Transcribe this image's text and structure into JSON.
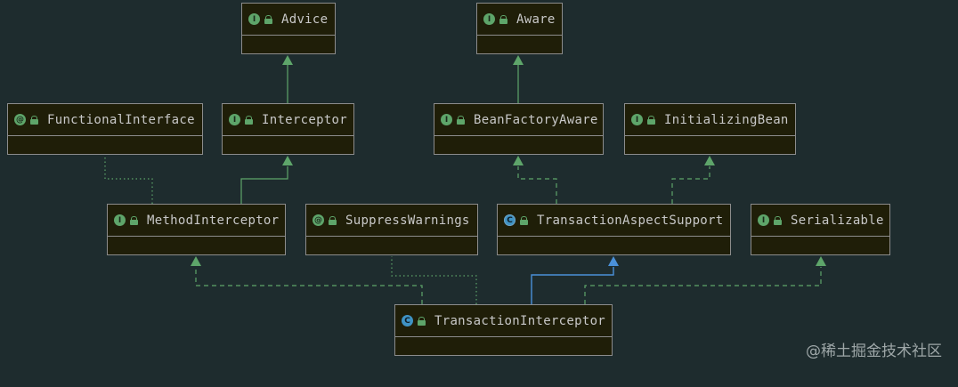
{
  "nodes": [
    {
      "id": "advice",
      "name": "Advice",
      "kind": "i",
      "kind_letter": "I"
    },
    {
      "id": "aware",
      "name": "Aware",
      "kind": "i",
      "kind_letter": "I"
    },
    {
      "id": "functional",
      "name": "FunctionalInterface",
      "kind": "a",
      "kind_letter": "@"
    },
    {
      "id": "interceptor",
      "name": "Interceptor",
      "kind": "i",
      "kind_letter": "I"
    },
    {
      "id": "beanfactoryaware",
      "name": "BeanFactoryAware",
      "kind": "i",
      "kind_letter": "I"
    },
    {
      "id": "initializingbean",
      "name": "InitializingBean",
      "kind": "i",
      "kind_letter": "I"
    },
    {
      "id": "methodinterceptor",
      "name": "MethodInterceptor",
      "kind": "i",
      "kind_letter": "I"
    },
    {
      "id": "suppresswarnings",
      "name": "SuppressWarnings",
      "kind": "a",
      "kind_letter": "@"
    },
    {
      "id": "transactionaspectsupport",
      "name": "TransactionAspectSupport",
      "kind": "ac",
      "kind_letter": "C"
    },
    {
      "id": "serializable",
      "name": "Serializable",
      "kind": "i",
      "kind_letter": "I"
    },
    {
      "id": "transactioninterceptor",
      "name": "TransactionInterceptor",
      "kind": "c",
      "kind_letter": "C"
    }
  ],
  "edge_colors": {
    "implements": "#5ea56a",
    "extends": "#4a90d9",
    "annotation": "#5ea56a"
  },
  "watermark": "@稀土掘金技术社区"
}
